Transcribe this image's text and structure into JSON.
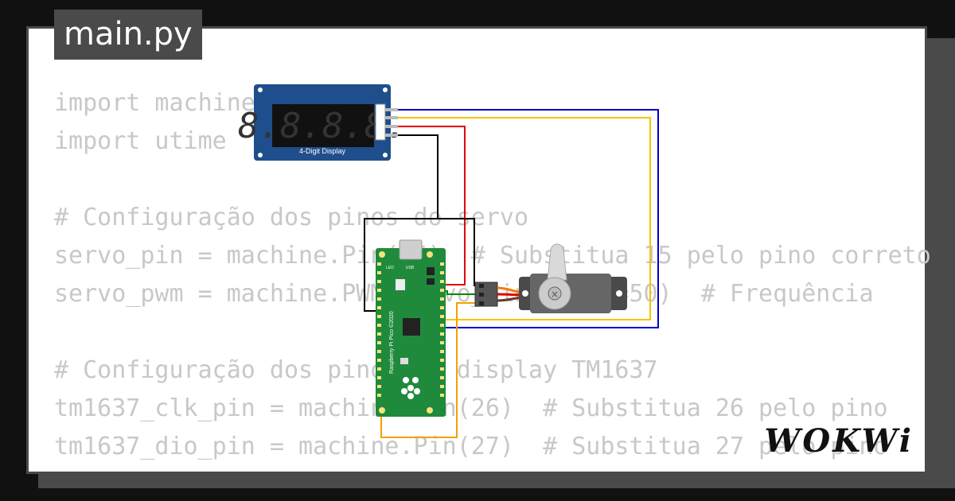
{
  "file_tab": {
    "label": "main.py"
  },
  "code_lines": [
    "import machine",
    "import utime",
    "",
    "# Configuração dos pinos do servo",
    "servo_pin = machine.Pin(15)  # Substitua 15 pelo pino correto",
    "servo_pwm = machine.PWM(servo_pin, freq=50)  # Frequência",
    "",
    "# Configuração dos pinos do display TM1637",
    "tm1637_clk_pin = machine.Pin(26)  # Substitua 26 pelo pino",
    "tm1637_dio_pin = machine.Pin(27)  # Substitua 27 pelo pino"
  ],
  "display": {
    "label": "4-Digit Display",
    "digits": "8.8.8.8."
  },
  "pico": {
    "label": "Raspberry Pi Pico ©2020",
    "usb_label": "USB",
    "led_label": "LED"
  },
  "brand": {
    "logo_text": "WOKWi"
  },
  "colors": {
    "wire_blue": "#0000cc",
    "wire_yellow": "#f5c400",
    "wire_red": "#e00000",
    "wire_black": "#000000",
    "wire_orange": "#f5a000",
    "wire_green": "#008800",
    "pcb_green": "#1f8a3b",
    "display_blue": "#1f4e8c"
  }
}
